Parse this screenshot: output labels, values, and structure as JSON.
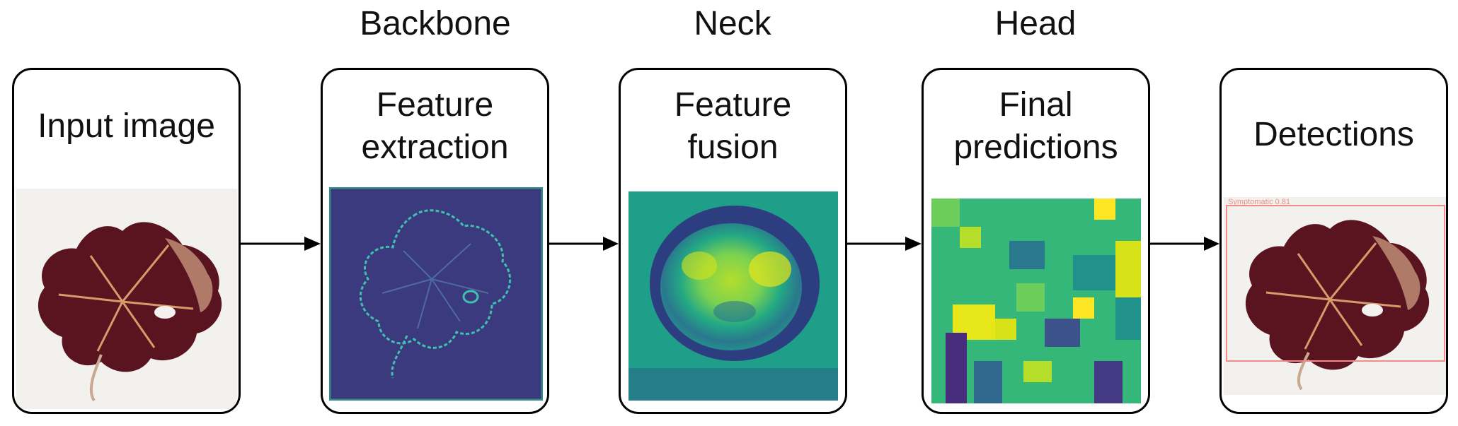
{
  "stages": {
    "backbone": "Backbone",
    "neck": "Neck",
    "head": "Head"
  },
  "cards": {
    "input": {
      "title": "Input image"
    },
    "backbone": {
      "line1": "Feature",
      "line2": "extraction"
    },
    "neck": {
      "line1": "Feature",
      "line2": "fusion"
    },
    "head": {
      "line1": "Final",
      "line2": "predictions"
    },
    "output": {
      "title": "Detections",
      "box_label": "Symptomatic 0.81"
    }
  },
  "colors": {
    "viridis_dark": "#3b1f6b",
    "viridis_mid": "#2f8c8a",
    "viridis_bright": "#e6e619",
    "leaf_dark": "#5a1420",
    "leaf_light": "#c08a7a",
    "detection_box": "#f08c8c"
  }
}
